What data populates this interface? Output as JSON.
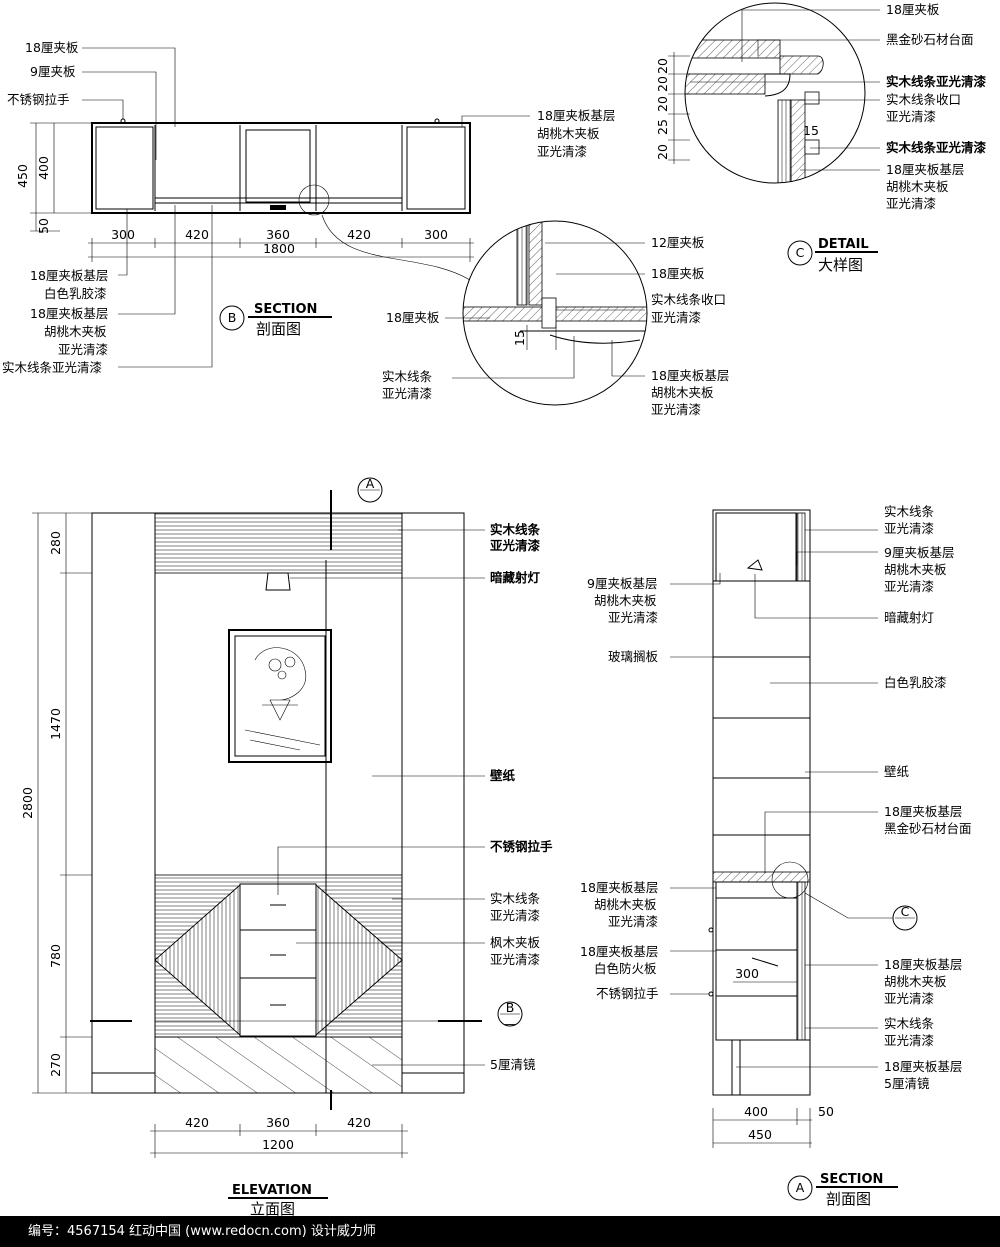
{
  "section_b": {
    "title_en": "SECTION",
    "title_cn": "剖面图",
    "tag": "B",
    "labels": [
      "18厘夹板",
      "9厘夹板",
      "不锈钢拉手"
    ],
    "labels_right": [
      "18厘夹板基层",
      "胡桃木夹板",
      "亚光清漆"
    ],
    "labels_bottom": [
      "18厘夹板基层",
      "白色乳胶漆",
      "18厘夹板基层",
      "胡桃木夹板",
      "亚光清漆",
      "实木线条亚光清漆"
    ],
    "dims_v": [
      "450",
      "400",
      "50"
    ],
    "dims_h": [
      "300",
      "420",
      "360",
      "420",
      "300"
    ],
    "dim_total": "1800"
  },
  "detail_b": {
    "labels": [
      "12厘夹板",
      "18厘夹板",
      "实木线条收口",
      "亚光清漆",
      "18厘夹板",
      "实木线条",
      "亚光清漆",
      "18厘夹板基层",
      "胡桃木夹板",
      "亚光清漆"
    ],
    "dim": "15"
  },
  "detail_c": {
    "title_en": "DETAIL",
    "title_cn": "大样图",
    "tag": "C",
    "labels": [
      "18厘夹板",
      "黑金砂石材台面",
      "实木线条亚光清漆",
      "实木线条收口",
      "亚光清漆",
      "实木线条亚光清漆",
      "18厘夹板基层",
      "胡桃木夹板",
      "亚光清漆"
    ],
    "dims": [
      "20",
      "20",
      "20",
      "25",
      "20",
      "15"
    ]
  },
  "elevation": {
    "title_en": "ELEVATION",
    "title_cn": "立面图",
    "dims_v": [
      "280",
      "1470",
      "2800",
      "780",
      "270"
    ],
    "dims_h": [
      "420",
      "360",
      "420"
    ],
    "dim_total": "1200",
    "labels": [
      "实木线条",
      "亚光清漆",
      "暗藏射灯",
      "壁纸",
      "不锈钢拉手",
      "实木线条",
      "亚光清漆",
      "枫木夹板",
      "亚光清漆",
      "5厘清镜"
    ],
    "markers": {
      "a": "A",
      "b": "B",
      "dash": "—"
    }
  },
  "section_a": {
    "title_en": "SECTION",
    "title_cn": "剖面图",
    "tag": "A",
    "labels_right": [
      "实木线条",
      "亚光清漆",
      "9厘夹板基层",
      "胡桃木夹板",
      "亚光清漆",
      "暗藏射灯",
      "白色乳胶漆",
      "壁纸",
      "18厘夹板基层",
      "黑金砂石材台面",
      "18厘夹板基层",
      "胡桃木夹板",
      "亚光清漆",
      "实木线条",
      "亚光清漆",
      "18厘夹板基层",
      "5厘清镜"
    ],
    "labels_left": [
      "9厘夹板基层",
      "胡桃木夹板",
      "亚光清漆",
      "玻璃搁板",
      "18厘夹板基层",
      "胡桃木夹板",
      "亚光清漆",
      "18厘夹板基层",
      "白色防火板",
      "不锈钢拉手"
    ],
    "dims": [
      "300",
      "400",
      "50",
      "450"
    ],
    "marker_c": "C"
  },
  "footer": {
    "text": "编号：4567154    红动中国 (www.redocn.com)    设计威力师"
  }
}
